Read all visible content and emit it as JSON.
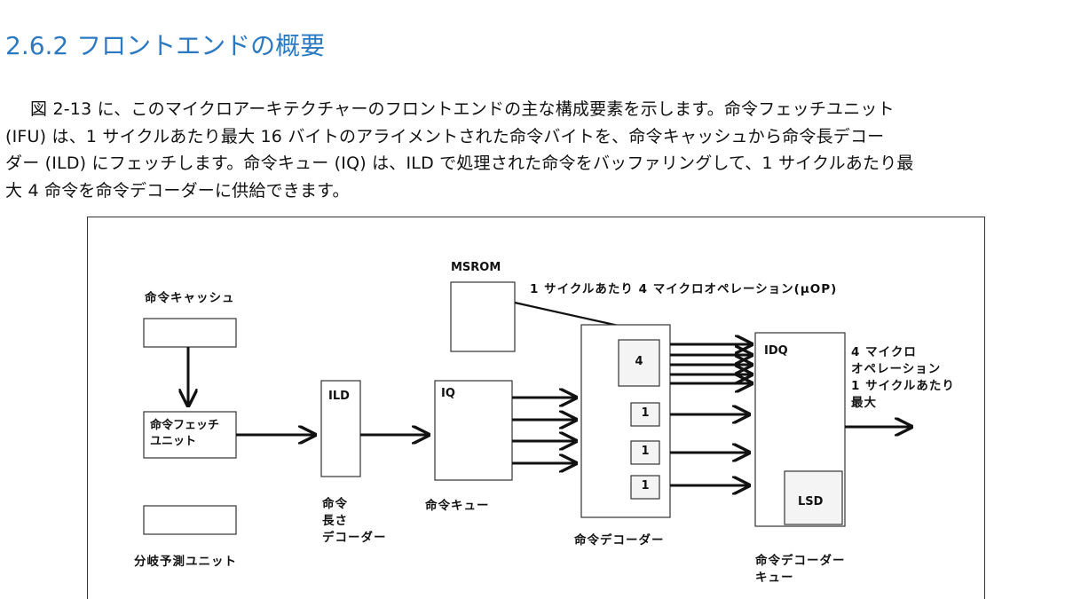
{
  "section": {
    "number_title": "2.6.2 フロントエンドの概要"
  },
  "body": {
    "lines": [
      "図 2-13 に、このマイクロアーキテクチャーのフロントエンドの主な構成要素を示します。命令フェッチユニット",
      "(IFU) は、1 サイクルあたり最大 16 バイトのアライメントされた命令バイトを、命令キャッシュから命令長デコー",
      "ダー (ILD) にフェッチします。命令キュー (IQ) は、ILD で処理された命令をバッファリングして、1 サイクルあたり最",
      "大 4 命令を命令デコーダーに供給できます。"
    ]
  },
  "diagram": {
    "instr_cache": "命令キャッシュ",
    "fetch_unit": "命令フェッチ\nユニット",
    "branch_pred": "分岐予測ユニット",
    "ild_box": "ILD",
    "ild_caption": "命令\n長さ\nデコーダー",
    "iq_box": "IQ",
    "iq_caption": "命令キュー",
    "msrom": "MSROM",
    "uop_rate": "1 サイクルあたり 4 マイクロオペレーション(µOP)",
    "decoder_4": "4",
    "decoder_1a": "1",
    "decoder_1b": "1",
    "decoder_1c": "1",
    "decoder_caption": "命令デコーダー",
    "idq_box": "IDQ",
    "lsd_box": "LSD",
    "idq_caption": "命令デコーダー\nキュー",
    "output_text": "4 マイクロ\nオペレーション\n1 サイクルあたり\n最大"
  }
}
